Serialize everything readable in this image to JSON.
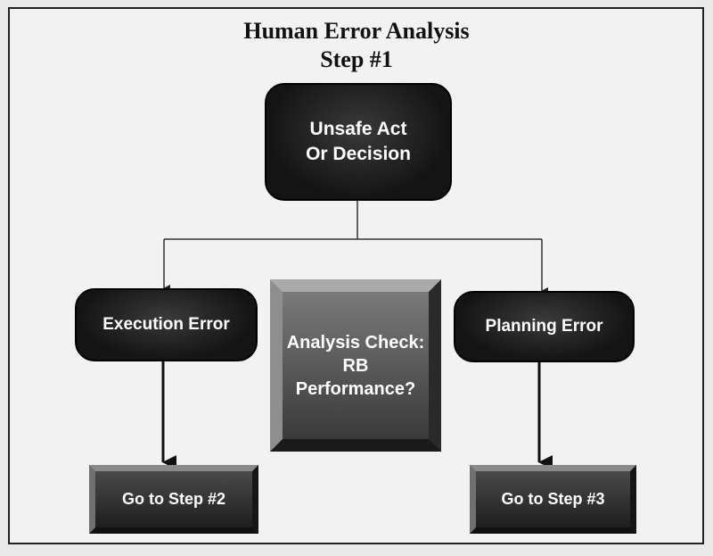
{
  "diagram": {
    "title_line1": "Human Error Analysis",
    "title_line2": "Step #1",
    "nodes": {
      "unsafe_act": "Unsafe Act\nOr Decision",
      "execution_error": "Execution Error",
      "planning_error": "Planning Error",
      "analysis_check": "Analysis Check:\nRB\nPerformance?",
      "go_step2": "Go to Step #2",
      "go_step3": "Go to Step #3"
    }
  }
}
